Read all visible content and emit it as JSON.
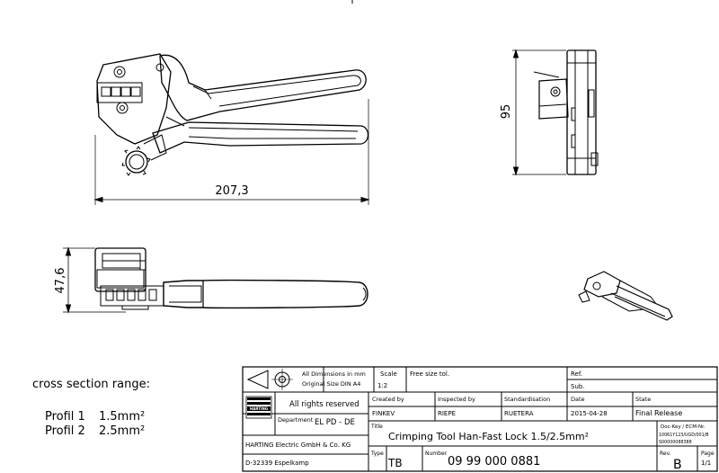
{
  "dimensions": {
    "length": "207,3",
    "height": "95",
    "width": "47,6"
  },
  "cross_section": {
    "heading": "cross section range:",
    "profiles": [
      {
        "label": "Profil 1",
        "value": "1.5mm²"
      },
      {
        "label": "Profil 2",
        "value": "2.5mm²"
      }
    ]
  },
  "title_block": {
    "dims_note_1": "All Dimensions in mm",
    "dims_note_2": "Original Size DIN A4",
    "scale_label": "Scale",
    "scale_value": "1:2",
    "tolerance": "Free size tol.",
    "ref_label": "Ref.",
    "sub_label": "Sub.",
    "rights": "All rights reserved",
    "logo_text": "HARTING",
    "department_label": "Department",
    "department_value": "EL PD - DE",
    "company_1": "HARTING Electric GmbH & Co. KG",
    "company_2": "D-32339 Espelkamp",
    "created_label": "Created by",
    "created_value": "FINKEV",
    "inspected_label": "Inspected by",
    "inspected_value": "RIEPE",
    "standard_label": "Standardisation",
    "standard_value": "RUETERA",
    "date_label": "Date",
    "date_value": "2015-04-28",
    "state_label": "State",
    "state_value": "Final Release",
    "title_label": "Title",
    "title_value": "Crimping Tool Han-Fast Lock 1.5/2.5mm²",
    "dockey_1": "Doc-Key / ECM-Nr.",
    "dockey_2": "10061Y123/UGD/001/B",
    "dockey_3": "S00000088388",
    "type_label": "Type",
    "type_value": "TB",
    "number_label": "Number",
    "number_value": "09 99 000 0881",
    "rev_label": "Rev.",
    "rev_value": "B",
    "page_label": "Page",
    "page_value": "1/1"
  }
}
